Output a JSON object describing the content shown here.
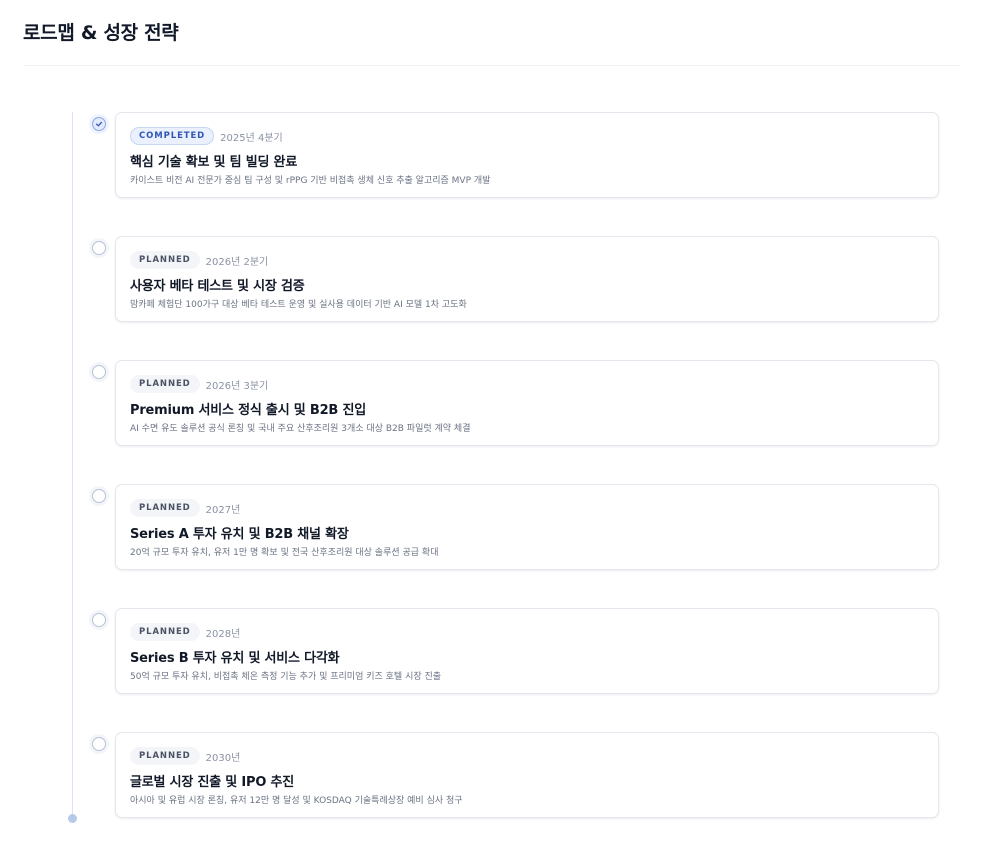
{
  "page": {
    "title": "로드맵 & 성장 전략"
  },
  "colors": {
    "accent": "#2f56b8",
    "completed_badge_bg": "#eaf0fc",
    "planned_badge_bg": "#f4f5f8",
    "timeline_line": "#dbe4f4"
  },
  "milestones": [
    {
      "status": "COMPLETED",
      "status_icon": "check-circle-icon",
      "period": "2025년 4분기",
      "title": "핵심 기술 확보 및 팀 빌딩 완료",
      "description": "카이스트 비전 AI 전문가 중심 팀 구성 및 rPPG 기반 비접촉 생체 신호 추출 알고리즘 MVP 개발"
    },
    {
      "status": "PLANNED",
      "status_icon": "empty-circle-icon",
      "period": "2026년 2분기",
      "title": "사용자 베타 테스트 및 시장 검증",
      "description": "맘카페 체험단 100가구 대상 베타 테스트 운영 및 실사용 데이터 기반 AI 모델 1차 고도화"
    },
    {
      "status": "PLANNED",
      "status_icon": "empty-circle-icon",
      "period": "2026년 3분기",
      "title": "Premium 서비스 정식 출시 및 B2B 진입",
      "description": "AI 수면 유도 솔루션 공식 론칭 및 국내 주요 산후조리원 3개소 대상 B2B 파일럿 계약 체결"
    },
    {
      "status": "PLANNED",
      "status_icon": "empty-circle-icon",
      "period": "2027년",
      "title": "Series A 투자 유치 및 B2B 채널 확장",
      "description": "20억 규모 투자 유치, 유저 1만 명 확보 및 전국 산후조리원 대상 솔루션 공급 확대"
    },
    {
      "status": "PLANNED",
      "status_icon": "empty-circle-icon",
      "period": "2028년",
      "title": "Series B 투자 유치 및 서비스 다각화",
      "description": "50억 규모 투자 유치, 비접촉 체온 측정 기능 추가 및 프리미엄 키즈 호텔 시장 진출"
    },
    {
      "status": "PLANNED",
      "status_icon": "empty-circle-icon",
      "period": "2030년",
      "title": "글로벌 시장 진출 및 IPO 추진",
      "description": "아시아 및 유럽 시장 론칭, 유저 12만 명 달성 및 KOSDAQ 기술특례상장 예비 심사 청구"
    }
  ]
}
